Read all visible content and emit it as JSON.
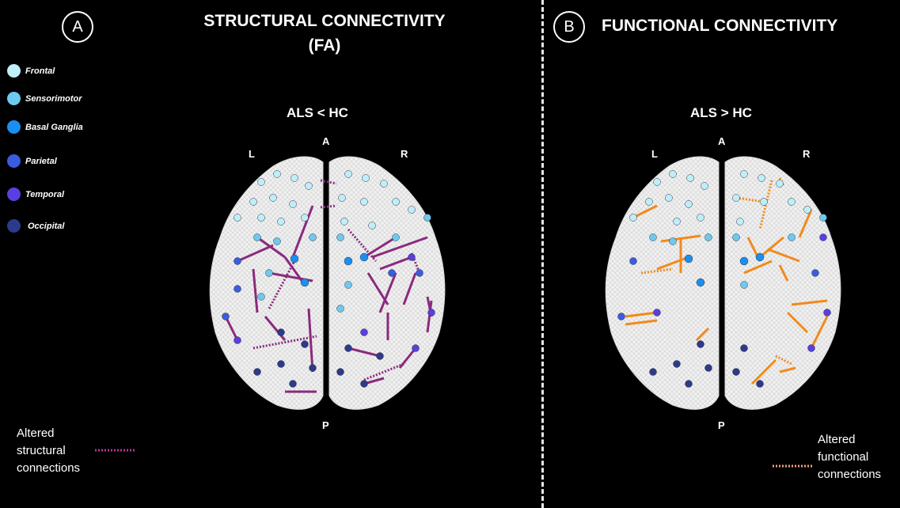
{
  "panel_a": {
    "letter": "A",
    "title": "STRUCTURAL CONNECTIVITY",
    "title2": "(FA)",
    "subtitle": "ALS < HC",
    "orient": {
      "left": "L",
      "ant": "A",
      "right": "R",
      "post": "P"
    },
    "note": [
      "Altered",
      "structural",
      "connections"
    ]
  },
  "panel_b": {
    "letter": "B",
    "title": "FUNCTIONAL CONNECTIVITY",
    "subtitle": "ALS > HC",
    "orient": {
      "left": "L",
      "ant": "A",
      "right": "R",
      "post": "P"
    },
    "note": [
      "Altered",
      "functional",
      "connections"
    ]
  },
  "legend": [
    {
      "label": "Frontal",
      "color": "#bfeefb"
    },
    {
      "label": "Sensorimotor",
      "color": "#6ec9f0"
    },
    {
      "label": "Basal Ganglia",
      "color": "#1a8ff0"
    },
    {
      "label": "Parietal",
      "color": "#3a5ce0"
    },
    {
      "label": "Temporal",
      "color": "#5a3fe0"
    },
    {
      "label": "Occipital",
      "color": "#2c3a8c"
    }
  ],
  "colors": {
    "structural": "#8a2a7e",
    "functional": "#f08a1c",
    "brain": "#ececec"
  }
}
